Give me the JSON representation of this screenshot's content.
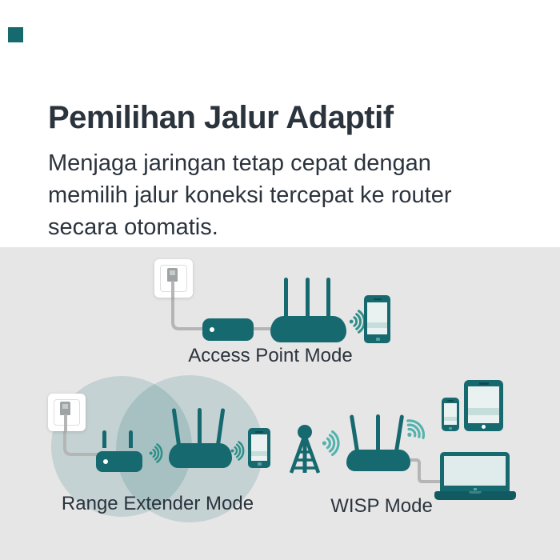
{
  "header": {
    "title": "Pemilihan Jalur Adaptif",
    "subtitle_line1": "Menjaga jaringan tetap cepat dengan",
    "subtitle_line2": "memilih jalur koneksi tercepat ke router",
    "subtitle_line3": "secara otomatis."
  },
  "diagrams": {
    "access_point": {
      "label": "Access Point Mode"
    },
    "range_extender": {
      "label": "Range Extender Mode"
    },
    "wisp": {
      "label": "WISP Mode"
    }
  },
  "icons": {
    "wall-outlet-icon": "white square with ethernet plug",
    "ethernet-plug-icon": "gray RJ45 plug",
    "range-extender-icon": "teal pill device with LED",
    "wifi-router-icon": "teal router with antennas",
    "wifi-signal-icon": "dot with three arcs",
    "smartphone-icon": "teal phone",
    "tablet-icon": "teal tablet",
    "laptop-icon": "teal laptop",
    "isp-tower-icon": "antenna tower with ball top",
    "coverage-circle": "translucent teal circle"
  },
  "colors": {
    "teal_dark": "#16696f",
    "teal_wifi": "#2e8f89",
    "teal_wifi_light": "#55b3ad",
    "section_gray": "#e6e6e6",
    "text_dark": "#2b333d",
    "cable_gray": "#b5b5b5"
  }
}
